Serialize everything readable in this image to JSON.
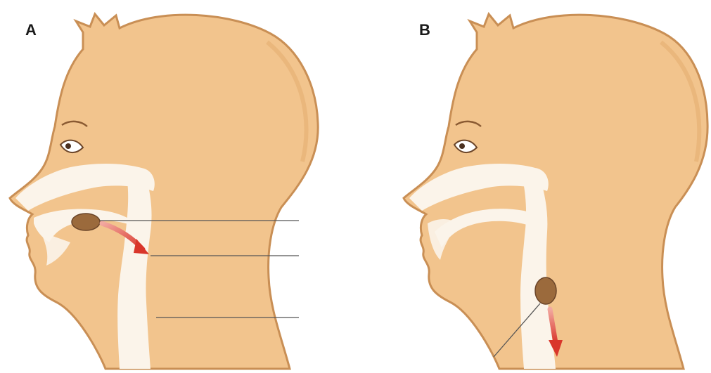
{
  "panels": [
    {
      "label": "A",
      "illustration": "head-side-view-bolus-in-mouth",
      "arrow_direction": "down-back"
    },
    {
      "label": "B",
      "illustration": "head-side-view-bolus-in-esophagus",
      "arrow_direction": "down"
    }
  ],
  "colors": {
    "skin": "#f2c48d",
    "skin_outline": "#c98f55",
    "airway": "#fbf4ea",
    "bolus": "#9b6a3c",
    "arrow": "#d9362b",
    "leader_line": "#555555"
  }
}
